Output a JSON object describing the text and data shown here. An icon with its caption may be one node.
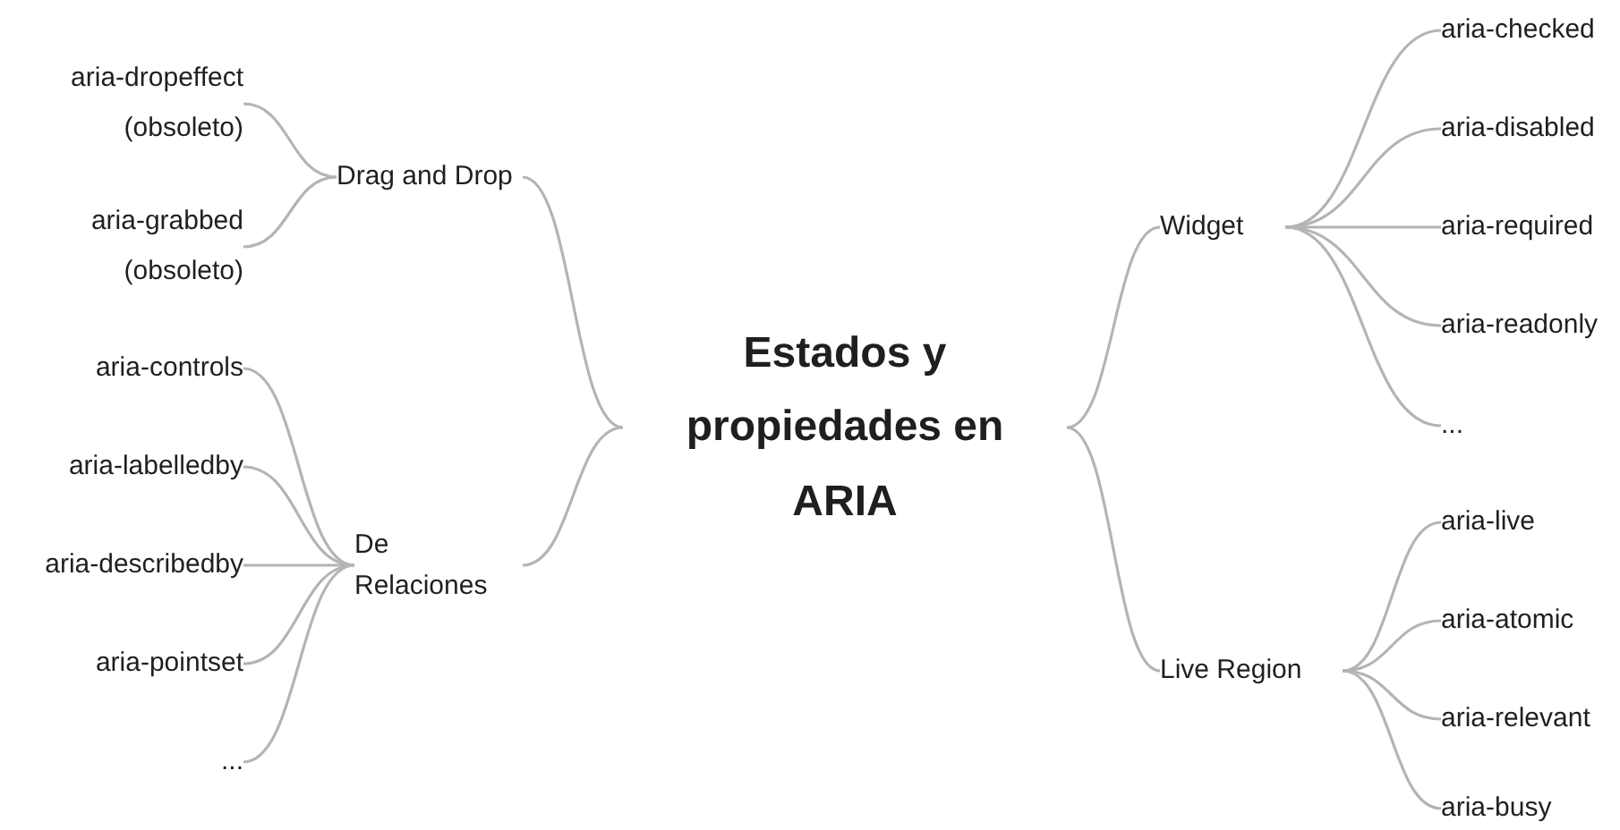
{
  "diagram": {
    "nodes": [
      {
        "text": [
          "Estados y propiedades en ARIA"
        ]
      },
      {
        "text": [
          "Drag and Drop"
        ]
      },
      {
        "text": [
          "aria-dropeffect (obsoleto)"
        ]
      },
      {
        "text": [
          "aria-grabbed (obsoleto)"
        ]
      },
      {
        "text": [
          "De Relaciones"
        ]
      },
      {
        "text": [
          "aria-controls"
        ]
      },
      {
        "text": [
          "aria-labelledby"
        ]
      },
      {
        "text": [
          "aria-describedby"
        ]
      },
      {
        "text": [
          "aria-pointset"
        ]
      },
      {
        "text": [
          "..."
        ]
      },
      {
        "text": [
          "Widget"
        ]
      },
      {
        "text": [
          "aria-checked"
        ]
      },
      {
        "text": [
          "aria-disabled"
        ]
      },
      {
        "text": [
          "aria-required"
        ]
      },
      {
        "text": [
          "aria-readonly"
        ]
      },
      {
        "text": [
          "..."
        ]
      },
      {
        "text": [
          "Live Region"
        ]
      },
      {
        "text": [
          "aria-live"
        ]
      },
      {
        "text": [
          "aria-atomic"
        ]
      },
      {
        "text": [
          "aria-relevant"
        ]
      },
      {
        "text": [
          "aria-busy"
        ]
      }
    ],
    "edges": [
      {
        "from": 0,
        "to": 1,
        "arrow": "none"
      },
      {
        "from": 0,
        "to": 4,
        "arrow": "none"
      },
      {
        "from": 1,
        "to": 2,
        "arrow": "none"
      },
      {
        "from": 1,
        "to": 3,
        "arrow": "none"
      },
      {
        "from": 4,
        "to": 5,
        "arrow": "none"
      },
      {
        "from": 4,
        "to": 6,
        "arrow": "none"
      },
      {
        "from": 4,
        "to": 7,
        "arrow": "none"
      },
      {
        "from": 4,
        "to": 8,
        "arrow": "none"
      },
      {
        "from": 4,
        "to": 9,
        "arrow": "none"
      },
      {
        "from": 0,
        "to": 10,
        "arrow": "none"
      },
      {
        "from": 0,
        "to": 16,
        "arrow": "none"
      },
      {
        "from": 10,
        "to": 11,
        "arrow": "none"
      },
      {
        "from": 10,
        "to": 12,
        "arrow": "none"
      },
      {
        "from": 10,
        "to": 13,
        "arrow": "none"
      },
      {
        "from": 10,
        "to": 14,
        "arrow": "none"
      },
      {
        "from": 10,
        "to": 15,
        "arrow": "none"
      },
      {
        "from": 16,
        "to": 17,
        "arrow": "none"
      },
      {
        "from": 16,
        "to": 18,
        "arrow": "none"
      },
      {
        "from": 16,
        "to": 19,
        "arrow": "none"
      },
      {
        "from": 16,
        "to": 20,
        "arrow": "none"
      }
    ]
  }
}
